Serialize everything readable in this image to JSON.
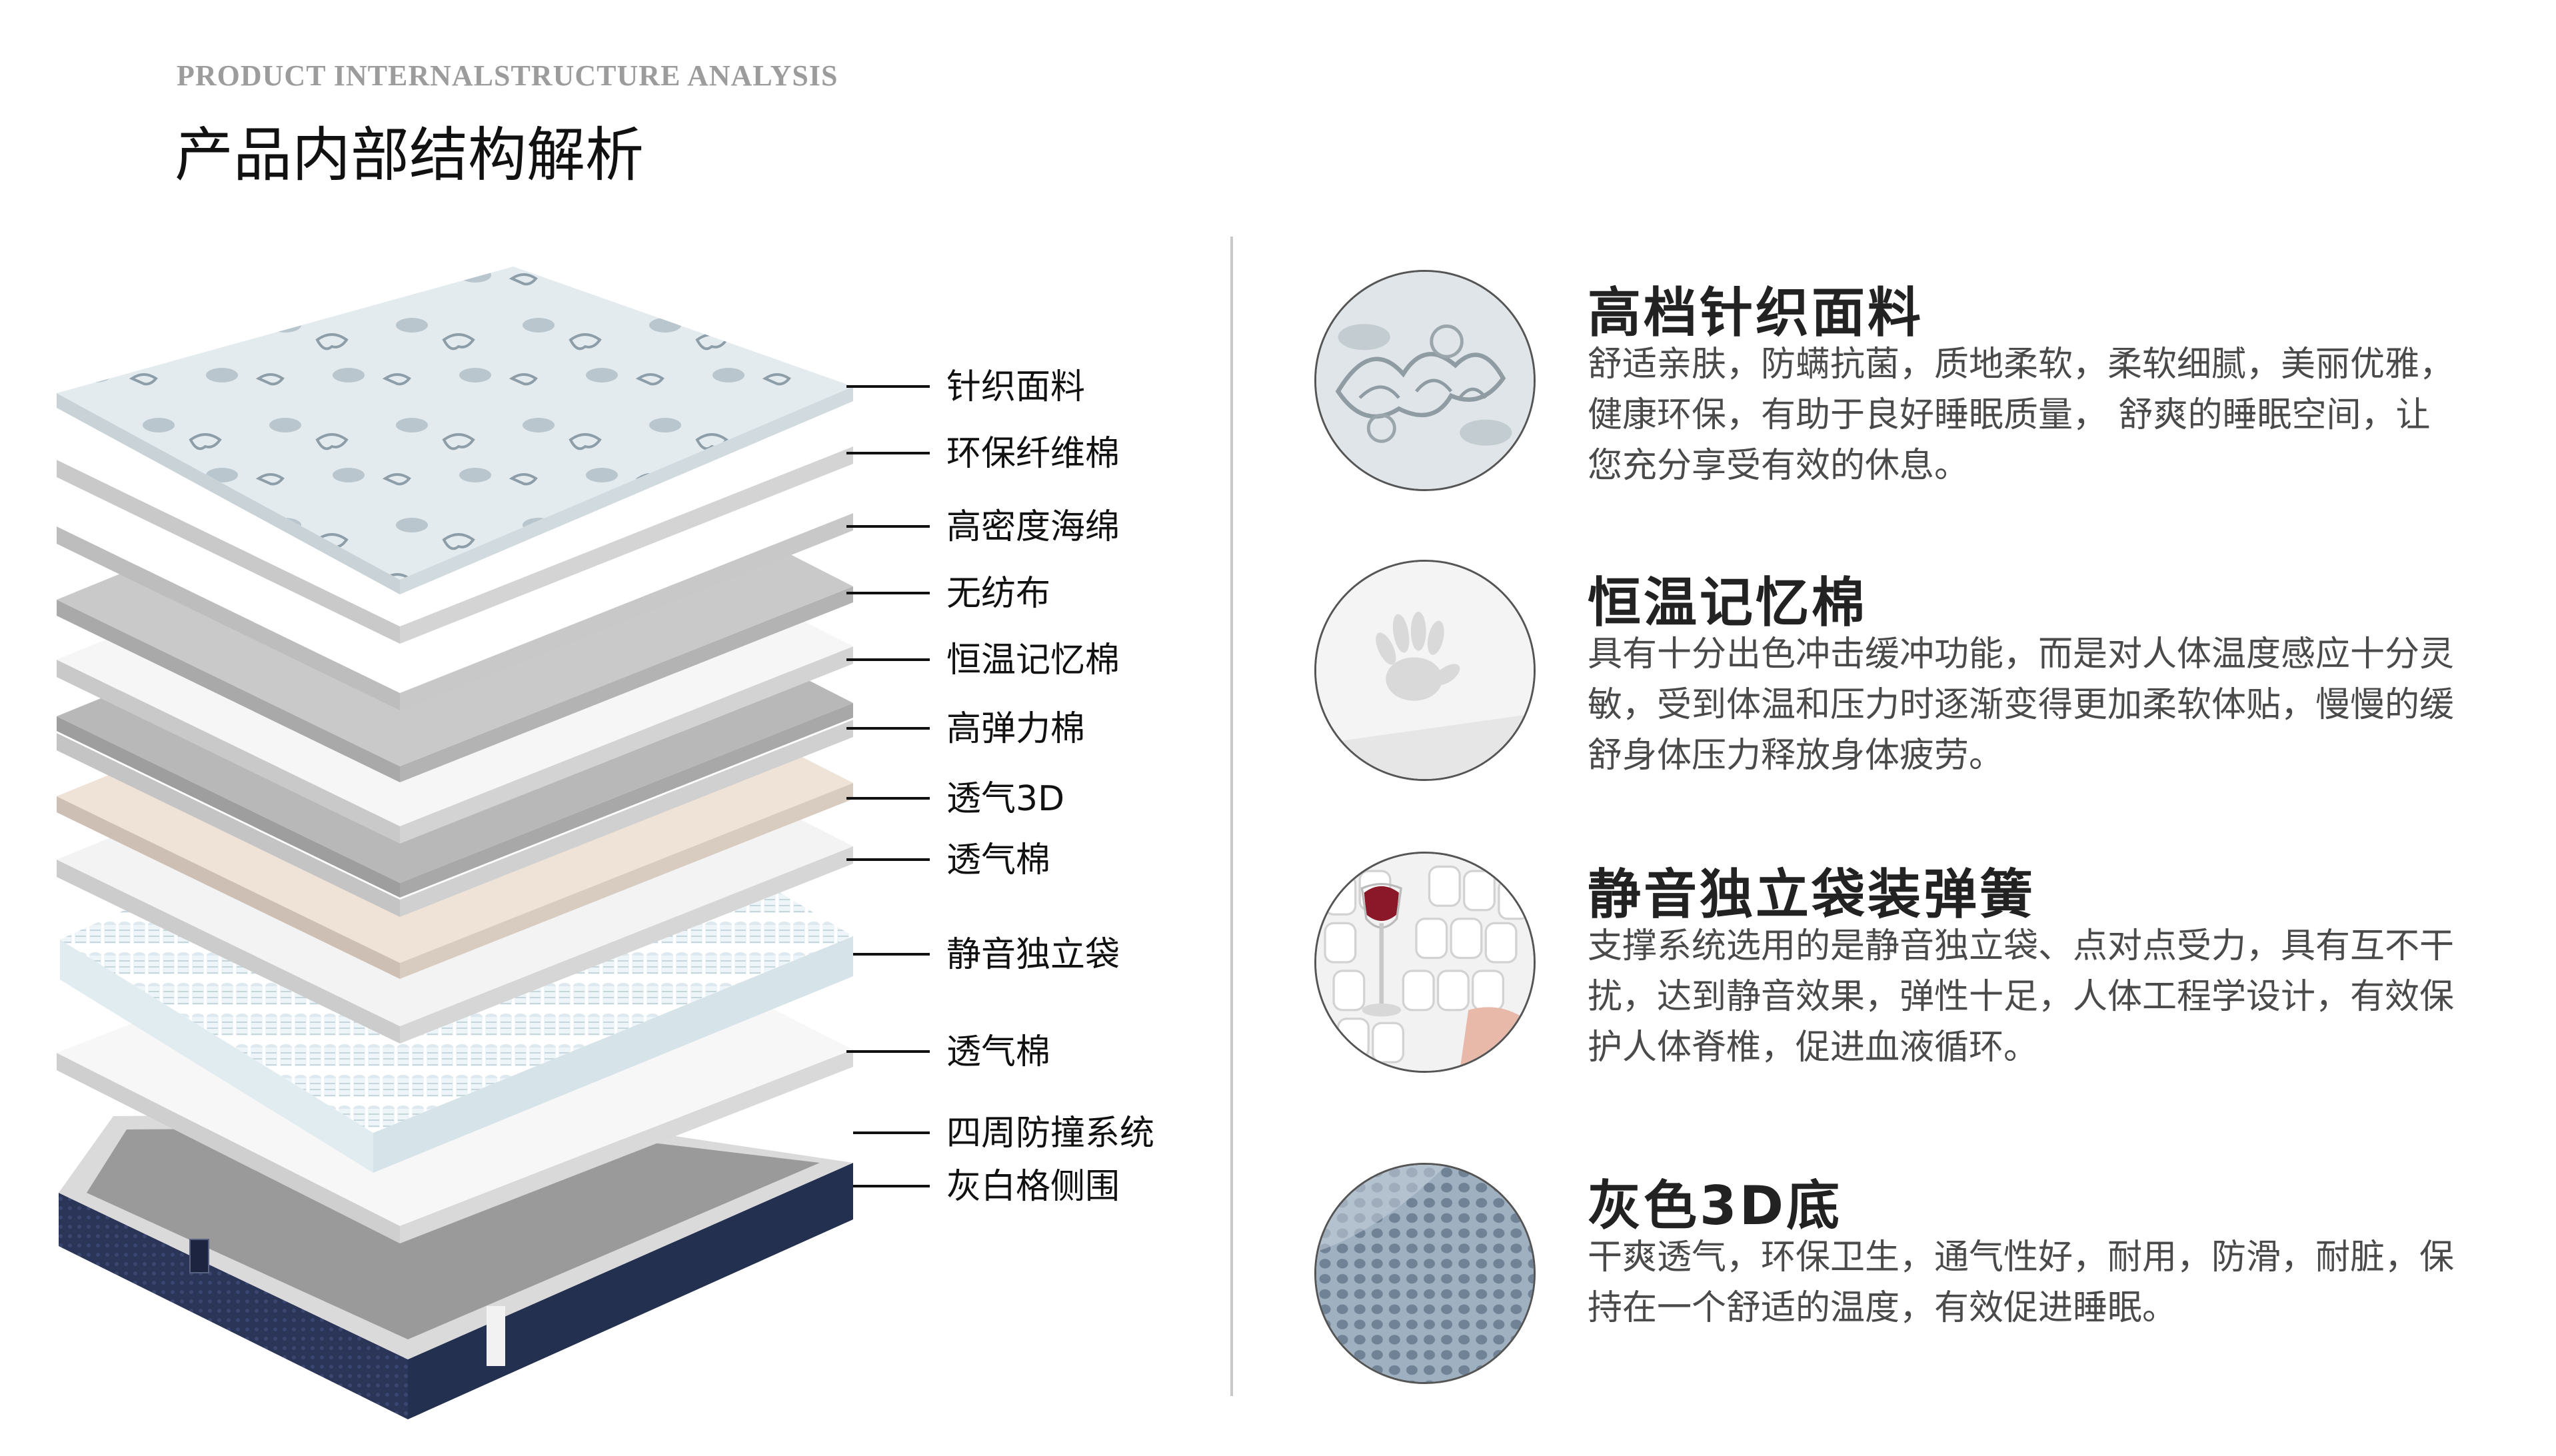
{
  "header": {
    "en_title": "PRODUCT INTERNALSTRUCTURE ANALYSIS",
    "cn_title": "产品内部结构解析"
  },
  "layers": [
    "针织面料",
    "环保纤维棉",
    "高密度海绵",
    "无纺布",
    "恒温记忆棉",
    "高弹力棉",
    "透气3D",
    "透气棉",
    "静音独立袋",
    "透气棉",
    "四周防撞系统",
    "灰白格侧围"
  ],
  "features": [
    {
      "title": "高档针织面料",
      "lines": [
        "舒适亲肤，防螨抗菌，质地柔软，柔软细腻，美丽优雅，",
        "健康环保，有助于良好睡眠质量， 舒爽的睡眠空间，让",
        "您充分享受有效的休息。"
      ],
      "icon": "knit-fabric-icon"
    },
    {
      "title": "恒温记忆棉",
      "lines": [
        "具有十分出色冲击缓冲功能，而是对人体温度感应十分灵",
        "敏，受到体温和压力时逐渐变得更加柔软体贴，慢慢的缓",
        "舒身体压力释放身体疲劳。"
      ],
      "icon": "memory-foam-handprint-icon"
    },
    {
      "title": "静音独立袋装弹簧",
      "lines": [
        "支撑系统选用的是静音独立袋、点对点受力，具有互不干",
        "扰，达到静音效果，弹性十足，人体工程学设计，有效保",
        "护人体脊椎，促进血液循环。"
      ],
      "icon": "pocket-spring-wineglass-icon"
    },
    {
      "title": "灰色3D底",
      "lines": [
        "干爽透气，环保卫生，通气性好，耐用，防滑，耐脏，保",
        "持在一个舒适的温度，有效促进睡眠。"
      ],
      "icon": "3d-mesh-icon"
    }
  ],
  "colors": {
    "knit_fabric": "#dfe8ec",
    "memory_foam": "#f6f6f6",
    "grey_layer": "#b8b8b8",
    "beige_3d": "#efe2d6",
    "base_navy": "#2b3558",
    "divider": "#c9c9c9"
  }
}
